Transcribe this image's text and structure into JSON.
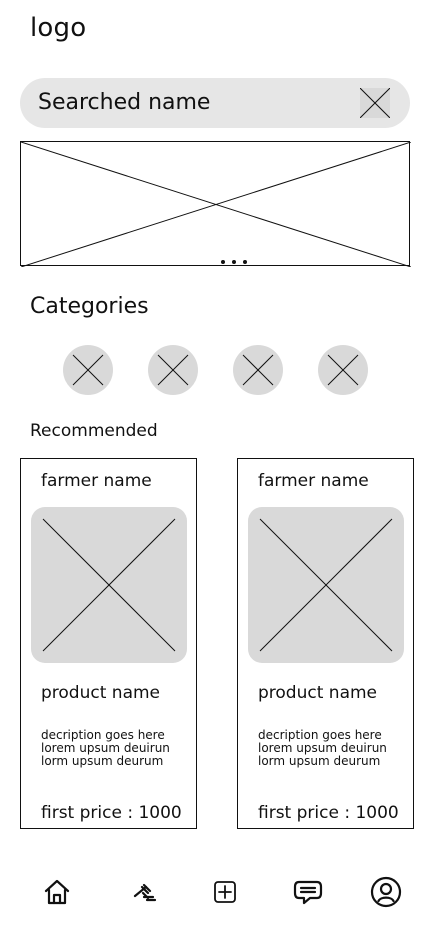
{
  "app": {
    "logo_text": "logo"
  },
  "search": {
    "value": "Searched name"
  },
  "sections": {
    "categories_title": "Categories",
    "recommended_title": "Recommended"
  },
  "categories": [
    {
      "icon": "image-placeholder-icon"
    },
    {
      "icon": "image-placeholder-icon"
    },
    {
      "icon": "image-placeholder-icon"
    },
    {
      "icon": "image-placeholder-icon"
    }
  ],
  "recommended": [
    {
      "farmer_name": "farmer name",
      "product_name": "product name",
      "description_lines": [
        "decription goes here",
        "lorem upsum deuirun",
        "lorm upsum deurum"
      ],
      "price_text": "first price :  1000"
    },
    {
      "farmer_name": "farmer name",
      "product_name": "product name",
      "description_lines": [
        "decription goes here",
        "lorem upsum deuirun",
        "lorm upsum deurum"
      ],
      "price_text": "first price :  1000"
    }
  ],
  "bottom_nav": [
    {
      "icon": "home-icon"
    },
    {
      "icon": "gavel-icon"
    },
    {
      "icon": "add-icon"
    },
    {
      "icon": "chat-icon"
    },
    {
      "icon": "user-icon"
    }
  ],
  "colors": {
    "placeholder_gray": "#d9d9d9",
    "search_gray": "#e6e6e6",
    "stroke": "#111111"
  }
}
